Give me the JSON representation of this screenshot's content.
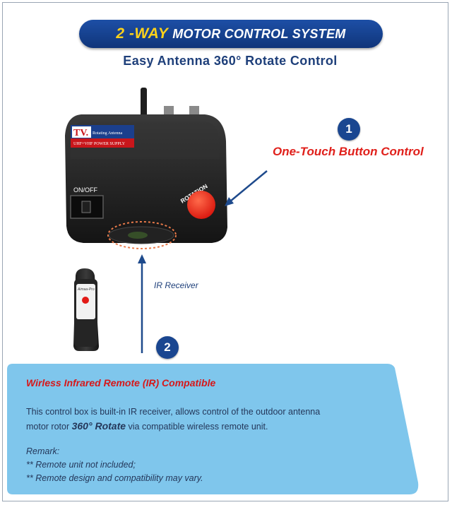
{
  "title": {
    "highlight": "2 -WAY",
    "rest": "MOTOR CONTROL SYSTEM"
  },
  "subtitle": "Easy Antenna 360° Rotate Control",
  "callout_one": {
    "number": "1",
    "label": "One-Touch Button Control"
  },
  "callout_two": {
    "number": "2"
  },
  "device": {
    "brand": "TV.",
    "brand_sub": "Rotating Antenna",
    "power_label": "UHF+VHF POWER SUPPLY",
    "switch_label": "ON/OFF",
    "button_label": "ROTATION",
    "remote_brand": "Aimaa-Pro"
  },
  "ir_receiver_label": "IR Receiver",
  "info": {
    "heading": "Wirless Infrared Remote (IR) Compatible",
    "body_line1": "This control box is built-in IR receiver, allows control of the outdoor antenna",
    "body_line2_a": "motor rotor ",
    "body_line2_bold": "360° Rotate",
    "body_line2_b": " via compatible wireless remote unit.",
    "remark_title": "Remark:",
    "remark_1": "** Remote unit not included;",
    "remark_2": "** Remote design and compatibility may vary."
  },
  "colors": {
    "title_bg": "#1d4fa6",
    "title_highlight": "#ffd21a",
    "accent_red": "#e0201b",
    "badge_blue": "#1a4690",
    "info_box": "#7fc6ec"
  }
}
